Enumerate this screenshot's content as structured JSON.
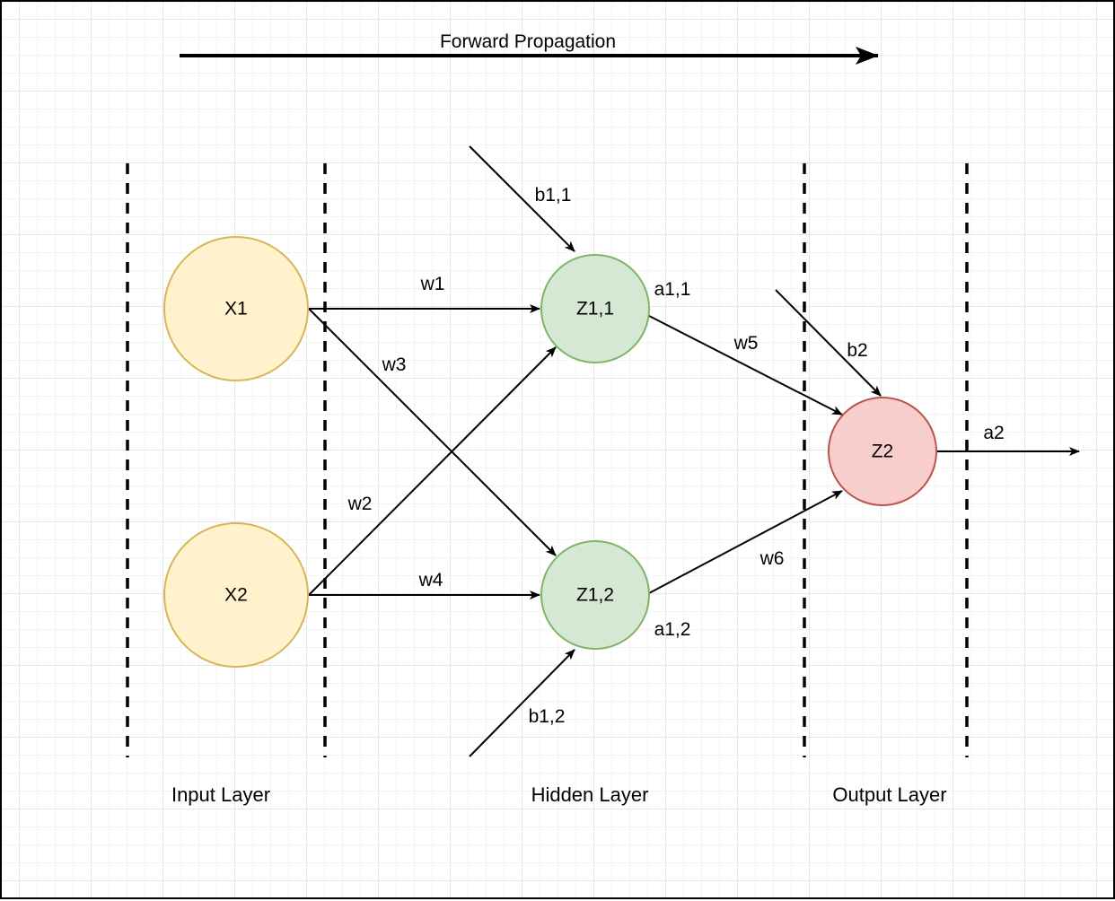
{
  "title": "Forward Propagation",
  "layers": {
    "input": "Input Layer",
    "hidden": "Hidden Layer",
    "output": "Output Layer"
  },
  "nodes": {
    "x1": "X1",
    "x2": "X2",
    "z11": "Z1,1",
    "z12": "Z1,2",
    "z2": "Z2"
  },
  "weights": {
    "w1": "w1",
    "w2": "w2",
    "w3": "w3",
    "w4": "w4",
    "w5": "w5",
    "w6": "w6"
  },
  "biases": {
    "b11": "b1,1",
    "b12": "b1,2",
    "b2": "b2"
  },
  "activations": {
    "a11": "a1,1",
    "a12": "a1,2",
    "a2": "a2"
  },
  "colors": {
    "input_fill": "#fff2cc",
    "input_stroke": "#d6b656",
    "hidden_fill": "#d5e8d4",
    "hidden_stroke": "#82b366",
    "output_fill": "#f8cecc",
    "output_stroke": "#b85450"
  }
}
